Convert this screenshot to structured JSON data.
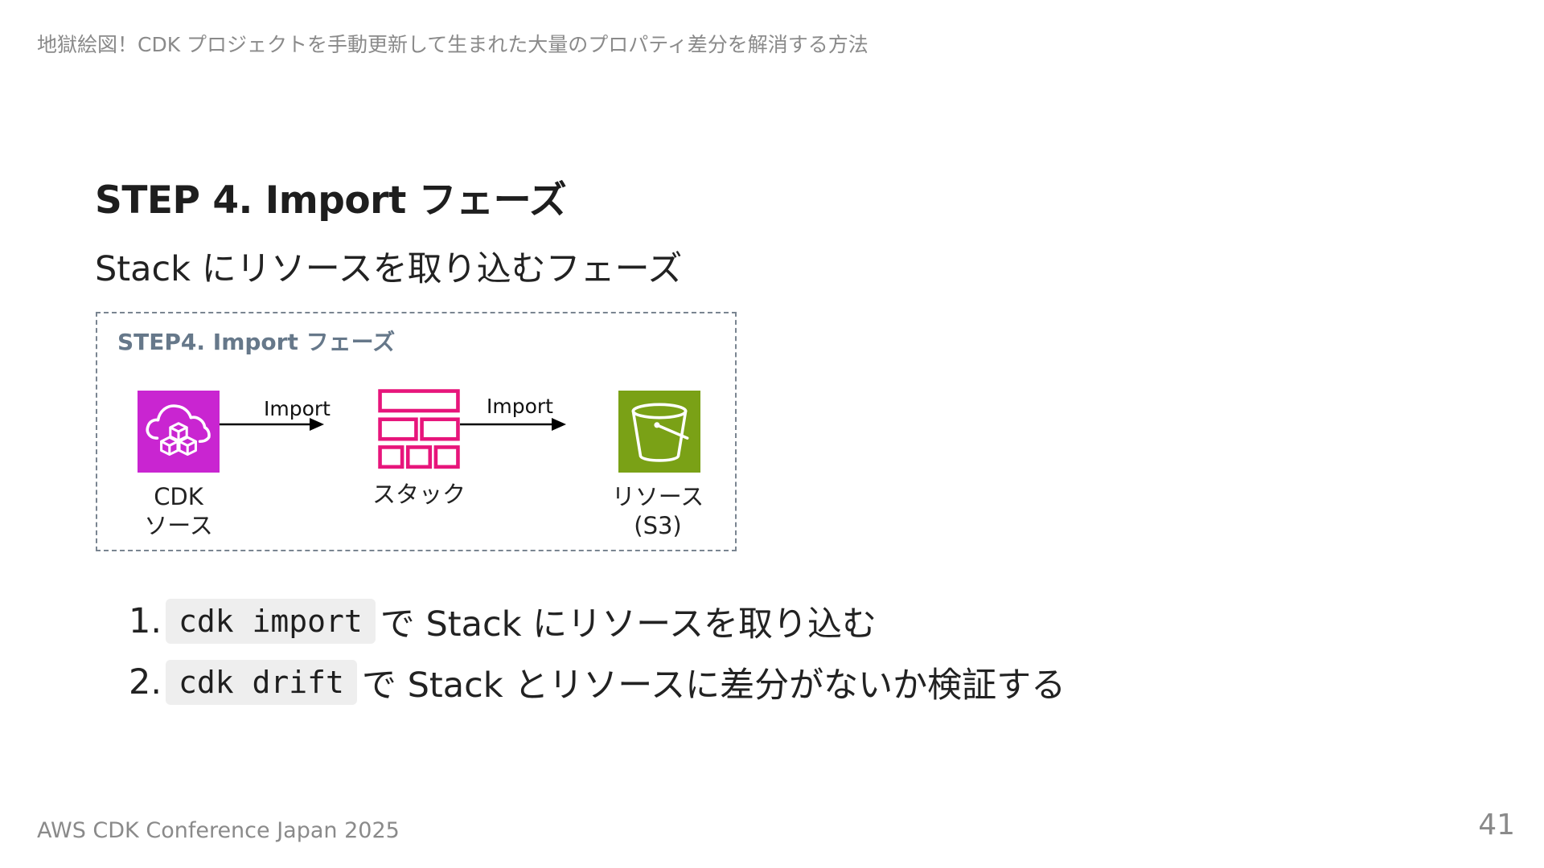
{
  "header": {
    "breadcrumb": "地獄絵図！CDK プロジェクトを手動更新して生まれた大量のプロパティ差分を解消する方法"
  },
  "slide": {
    "title": "STEP 4. Import フェーズ",
    "subtitle": "Stack にリソースを取り込むフェーズ"
  },
  "diagram": {
    "title": "STEP4. Import フェーズ",
    "nodes": [
      {
        "label": "CDK\nソース",
        "icon": "cdk-cloud-cubes-icon",
        "color": "#c925d1"
      },
      {
        "label": "スタック",
        "icon": "stack-grid-icon",
        "color": "#e7157b"
      },
      {
        "label": "リソース\n(S3)",
        "icon": "s3-bucket-icon",
        "color": "#7aa116"
      }
    ],
    "edges": [
      {
        "label": "Import"
      },
      {
        "label": "Import"
      }
    ]
  },
  "steps": [
    {
      "number": "1.",
      "code": "cdk import",
      "text": "で Stack にリソースを取り込む"
    },
    {
      "number": "2.",
      "code": "cdk drift",
      "text": "で Stack とリソースに差分がないか検証する"
    }
  ],
  "footer": {
    "event": "AWS CDK Conference Japan 2025",
    "page": "41"
  }
}
